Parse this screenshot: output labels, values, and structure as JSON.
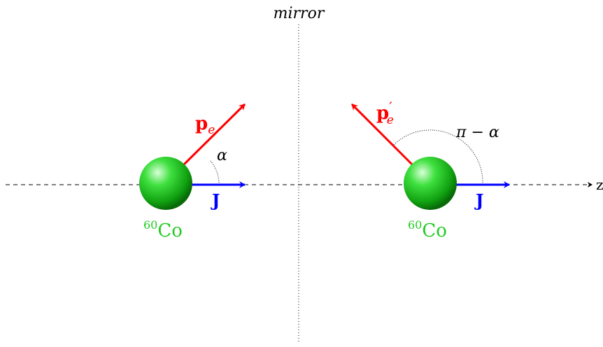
{
  "mirror_label": "mirror",
  "axis_label": "z",
  "left": {
    "momentum_label": "p",
    "momentum_sub": "e",
    "spin_label": "J",
    "angle_label": "α",
    "nucleus_sup": "60",
    "nucleus_label": "Co"
  },
  "right": {
    "momentum_label": "p",
    "momentum_sup": "′",
    "momentum_sub": "e",
    "spin_label": "J",
    "angle_label": "π − α",
    "nucleus_sup": "60",
    "nucleus_label": "Co"
  },
  "colors": {
    "momentum": "#ff0000",
    "spin": "#0000ff",
    "nucleus": "#22cc22",
    "axis": "#000000"
  },
  "icons": {
    "nucleus": "green-sphere",
    "arrow": "arrow-head"
  }
}
